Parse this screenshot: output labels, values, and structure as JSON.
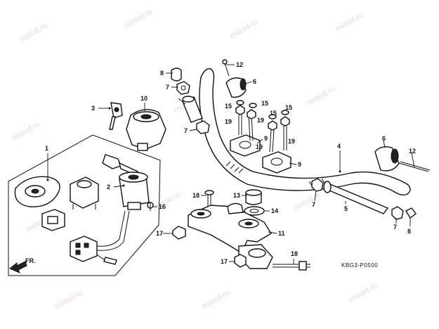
{
  "diagram": {
    "reference_code": "KBG3-P0500",
    "direction_label": "FR.",
    "watermark": "motod.ru",
    "callouts": [
      {
        "id": "c1",
        "label": "1"
      },
      {
        "id": "c2",
        "label": "2"
      },
      {
        "id": "c3",
        "label": "3"
      },
      {
        "id": "c4",
        "label": "4"
      },
      {
        "id": "c5",
        "label": "5"
      },
      {
        "id": "c6a",
        "label": "6"
      },
      {
        "id": "c6b",
        "label": "6"
      },
      {
        "id": "c7a",
        "label": "7"
      },
      {
        "id": "c7b",
        "label": "7"
      },
      {
        "id": "c7c",
        "label": "7"
      },
      {
        "id": "c7d",
        "label": "7"
      },
      {
        "id": "c8a",
        "label": "8"
      },
      {
        "id": "c8b",
        "label": "8"
      },
      {
        "id": "c9a",
        "label": "9"
      },
      {
        "id": "c9b",
        "label": "9"
      },
      {
        "id": "c10",
        "label": "10"
      },
      {
        "id": "c11",
        "label": "11"
      },
      {
        "id": "c12a",
        "label": "12"
      },
      {
        "id": "c12b",
        "label": "12"
      },
      {
        "id": "c13",
        "label": "13"
      },
      {
        "id": "c14",
        "label": "14"
      },
      {
        "id": "c15a",
        "label": "15"
      },
      {
        "id": "c15b",
        "label": "15"
      },
      {
        "id": "c15c",
        "label": "15"
      },
      {
        "id": "c15d",
        "label": "15"
      },
      {
        "id": "c16",
        "label": "16"
      },
      {
        "id": "c17a",
        "label": "17"
      },
      {
        "id": "c17b",
        "label": "17"
      },
      {
        "id": "c18a",
        "label": "18"
      },
      {
        "id": "c18b",
        "label": "18"
      },
      {
        "id": "c19a",
        "label": "19"
      },
      {
        "id": "c19b",
        "label": "19"
      },
      {
        "id": "c19c",
        "label": "19"
      },
      {
        "id": "c19d",
        "label": "19"
      }
    ]
  }
}
